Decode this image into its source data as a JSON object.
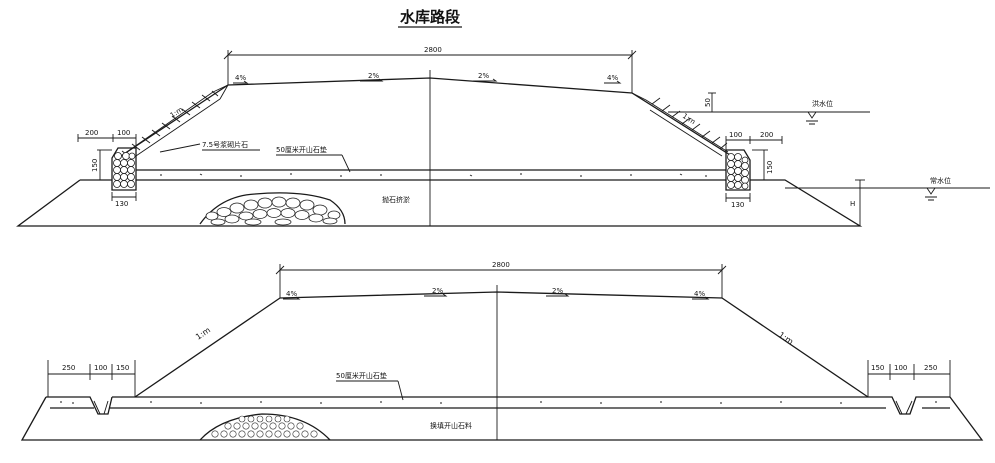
{
  "title": "水库路段",
  "top": {
    "width_label": "2800",
    "slope_left_outer": "4%",
    "slope_left_inner": "2%",
    "slope_right_inner": "2%",
    "slope_right_outer": "4%",
    "side_slope_left": "1:m",
    "side_slope_right": "1:m",
    "riprap_label": "7.5号浆砌片石",
    "layer_label": "50厘米开山石垫",
    "fill_label": "抛石挤淤",
    "high_water": "洪水位",
    "normal_water": "常水位",
    "h_label": "H",
    "dim_200_left": "200",
    "dim_100_left": "100",
    "dim_150_left": "150",
    "dim_130_left": "130",
    "dim_50_right": "50",
    "dim_100_right": "100",
    "dim_200_right": "200",
    "dim_150_right": "150",
    "dim_130_right": "130"
  },
  "bottom": {
    "width_label": "2800",
    "slope_left_outer": "4%",
    "slope_left_inner": "2%",
    "slope_right_inner": "2%",
    "slope_right_outer": "4%",
    "side_slope_left": "1:m",
    "side_slope_right": "1:m",
    "layer_label": "50厘米开山石垫",
    "fill_label": "换填开山石料",
    "dim_250_left": "250",
    "dim_100_left": "100",
    "dim_150_left": "150",
    "dim_150_right": "150",
    "dim_100_right": "100",
    "dim_250_right": "250"
  }
}
